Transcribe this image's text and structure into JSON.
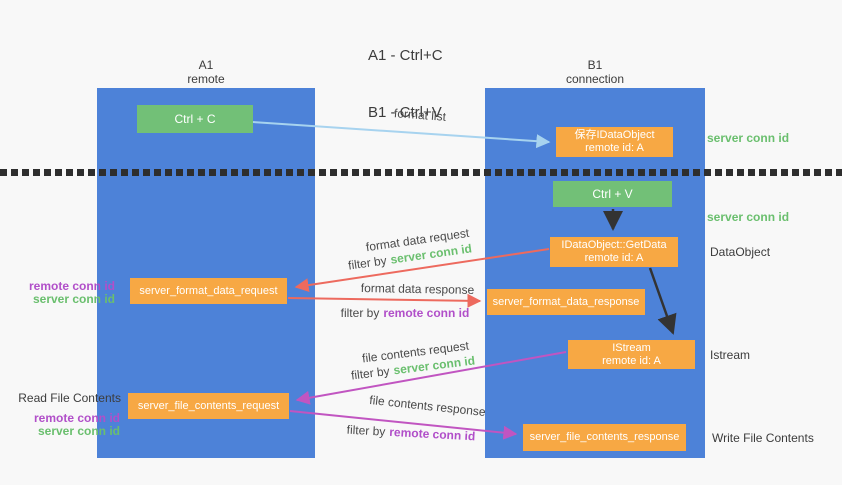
{
  "title": {
    "line1": "A1 - Ctrl+C",
    "line2": "B1 - Ctrl+V"
  },
  "lifelines": {
    "a1": {
      "name": "A1",
      "role": "remote"
    },
    "b1": {
      "name": "B1",
      "role": "connection"
    }
  },
  "nodes": {
    "ctrl_c": {
      "label": "Ctrl + C"
    },
    "ctrl_v": {
      "label": "Ctrl + V"
    },
    "save_idataobject": {
      "line1": "保存IDataObject",
      "line2": "remote id: A"
    },
    "idataobject_getdata": {
      "line1": "IDataObject::GetData",
      "line2": "remote id: A"
    },
    "server_format_data_request": {
      "label": "server_format_data_request"
    },
    "server_format_data_response": {
      "label": "server_format_data_response"
    },
    "istream": {
      "line1": "IStream",
      "line2": "remote id: A"
    },
    "server_file_contents_request": {
      "label": "server_file_contents_request"
    },
    "server_file_contents_response": {
      "label": "server_file_contents_response"
    }
  },
  "arrow_labels": {
    "format_list": "format list",
    "format_data_request": "format data request",
    "format_data_response": "format data response",
    "file_contents_request": "file contents request",
    "file_contents_response": "file contents response",
    "filter_by": "filter by",
    "server_conn_id": "server conn id",
    "remote_conn_id": "remote conn id"
  },
  "side_labels": {
    "right_server_conn_id_top": "server conn id",
    "right_server_conn_id_mid": "server conn id",
    "dataobject": "DataObject",
    "istream": "Istream",
    "write_file_contents": "Write File Contents",
    "read_file_contents": "Read File Contents",
    "left_remote_conn_id_top": "remote conn id",
    "left_server_conn_id_top": "server conn id",
    "left_remote_conn_id_bottom": "remote conn id",
    "left_server_conn_id_bottom": "server conn id"
  },
  "colors": {
    "background": "#f8f8f8",
    "lifeline_blue": "#4d82d8",
    "node_orange": "#f7a844",
    "node_green": "#72c077",
    "arrow_lightblue": "#a7d3ef",
    "arrow_red": "#ed6a5e",
    "arrow_magenta": "#c155c1",
    "arrow_black": "#333333",
    "label_green": "#6abf6e",
    "label_purple": "#b14fc9"
  }
}
